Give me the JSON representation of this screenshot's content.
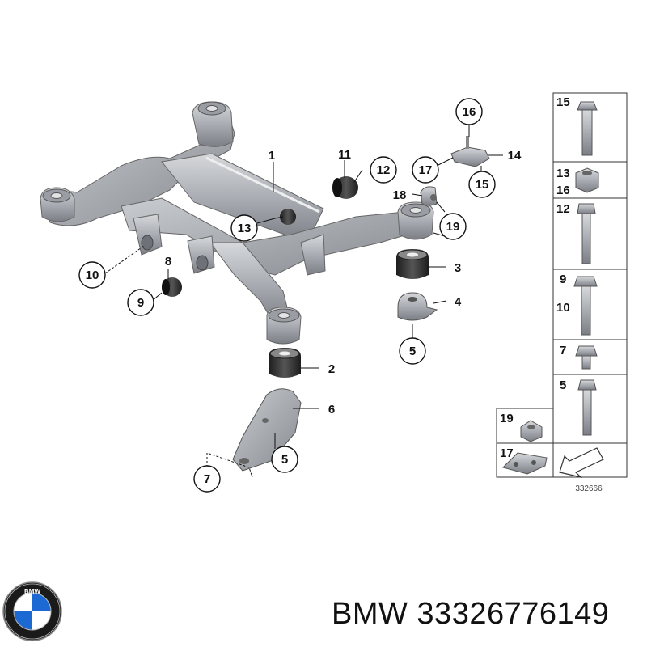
{
  "callouts": {
    "c1": "1",
    "c2": "2",
    "c3": "3",
    "c4": "4",
    "c5a": "5",
    "c5b": "5",
    "c6": "6",
    "c7": "7",
    "c8": "8",
    "c9": "9",
    "c10": "10",
    "c11": "11",
    "c12": "12",
    "c13": "13",
    "c14": "14",
    "c15": "15",
    "c16": "16",
    "c17": "17",
    "c18": "18",
    "c19": "19"
  },
  "panel": {
    "r15": "15",
    "r13": "13",
    "r16": "16",
    "r12": "12",
    "r9": "9",
    "r10": "10",
    "r7": "7",
    "r5": "5",
    "r19": "19",
    "r17": "17"
  },
  "diagram_number": "332666",
  "brand": {
    "logo_letters": "BMW",
    "caption": "BMW 33326776149"
  },
  "colors": {
    "part": "#a9adb3",
    "part_dark": "#7b7f85",
    "rubber": "#2b2b2b",
    "bmw_blue": "#1c69d4"
  }
}
